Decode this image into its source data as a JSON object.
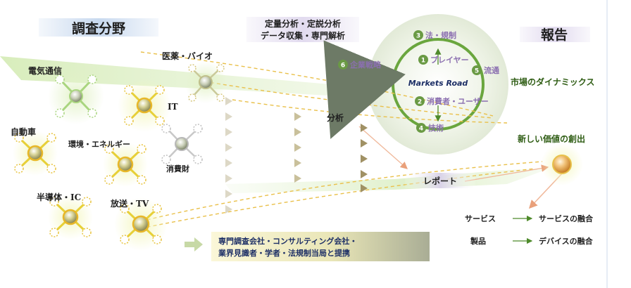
{
  "headers": {
    "research_field": "調査分野",
    "analysis_line1": "定量分析・定説分析",
    "analysis_line2": "データ収集・専門解析",
    "report": "報告"
  },
  "fields": {
    "telecom": "電気通信",
    "pharma": "医薬・バイオ",
    "it": "IT",
    "auto": "自動車",
    "energy": "環境・エネルギー",
    "consumer": "消費財",
    "semiconductor": "半導体・IC",
    "broadcast": "放送・TV"
  },
  "cycle": {
    "center": "Markets Road",
    "items": [
      {
        "num": "1",
        "label": "プレイヤー"
      },
      {
        "num": "2",
        "label": "消費者・ユーザー"
      },
      {
        "num": "3",
        "label": "法・規制"
      },
      {
        "num": "4",
        "label": "技術"
      },
      {
        "num": "5",
        "label": "流通"
      },
      {
        "num": "6",
        "label": "企業戦略"
      }
    ]
  },
  "flow": {
    "analysis": "分析",
    "report": "レポート",
    "dynamics": "市場のダイナミックス",
    "new_value": "新しい価値の創出"
  },
  "convergence": [
    {
      "from": "サービス",
      "to": "サービスの融合"
    },
    {
      "from": "製品",
      "to": "デバイスの融合"
    }
  ],
  "sources": {
    "line1": "専門調査会社・コンサルティング会社・",
    "line2": "業界見識者・学者・法規制当局と提携"
  }
}
